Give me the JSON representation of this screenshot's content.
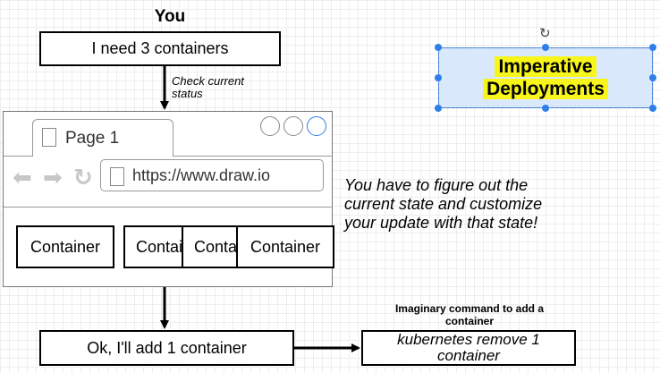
{
  "top_label": "You",
  "request_box": "I need 3 containers",
  "status_note": "Check current status",
  "browser": {
    "tab_label": "Page 1",
    "nav_back": "⬅",
    "nav_forward": "➡",
    "nav_reload": "↻",
    "url": "https://www.draw.io",
    "containers": [
      "Container",
      "Container",
      "Container",
      "Container"
    ]
  },
  "imperative_box": {
    "line1": "Imperative",
    "line2": "Deployments"
  },
  "rotate_glyph": "↻",
  "explanation": "You have to figure out the current state and customize your update with that state!",
  "ok_box": "Ok, I'll add 1 container",
  "command_title": "Imaginary command to add a container",
  "command_box": {
    "line1": "kubernetes remove 1",
    "line2": "container"
  },
  "colors": {
    "highlight": "#f7f51a",
    "selection": "#2f7fe8",
    "imperative_fill": "#dae8fc",
    "window_button_active": "#2f7fe8"
  },
  "icons": [
    "rotate-icon",
    "page-icon",
    "back-arrow-icon",
    "forward-arrow-icon",
    "reload-icon",
    "window-button-icon"
  ]
}
